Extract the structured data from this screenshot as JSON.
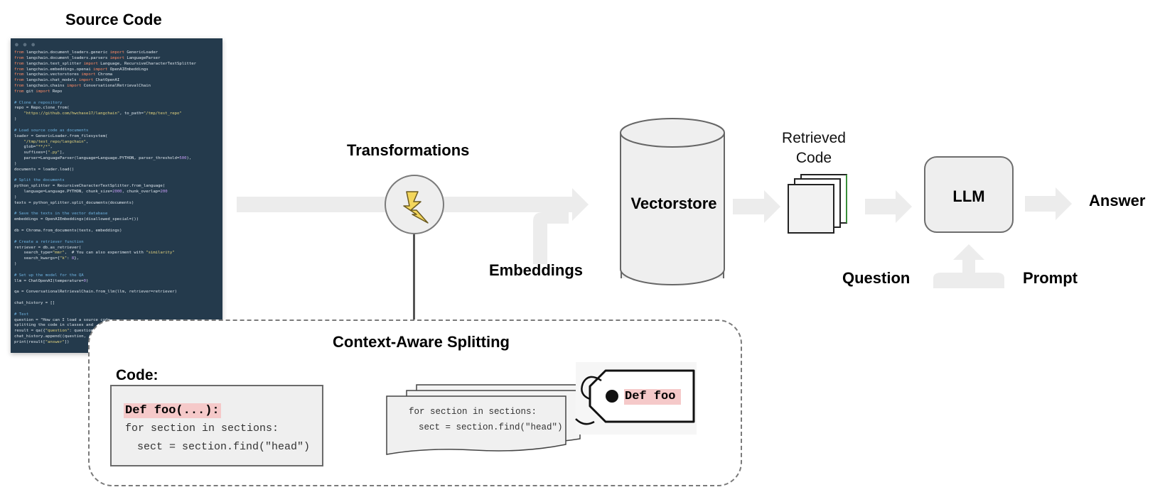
{
  "labels": {
    "source_code": "Source Code",
    "transformations": "Transformations",
    "embeddings": "Embeddings",
    "vectorstore": "Vectorstore",
    "retrieved_code_line1": "Retrieved",
    "retrieved_code_line2": "Code",
    "llm": "LLM",
    "answer": "Answer",
    "question": "Question",
    "prompt": "Prompt",
    "context_aware_splitting": "Context-Aware Splitting",
    "code": "Code:"
  },
  "code_card": {
    "line1": "Def foo(...):",
    "line2": "for section in sections:",
    "line3": "sect = section.find(\"head\")"
  },
  "split_card": {
    "line1": "for section in sections:",
    "line2": "sect = section.find(\"head\")"
  },
  "tag": {
    "text": "Def foo"
  },
  "source_code_listing": {
    "dots": "● ● ●",
    "lines": [
      "from langchain.document_loaders.generic import GenericLoader",
      "from langchain.document_loaders.parsers import LanguageParser",
      "from langchain.text_splitter import Language, RecursiveCharacterTextSplitter",
      "from langchain.embeddings.openai import OpenAIEmbeddings",
      "from langchain.vectorstores import Chroma",
      "from langchain.chat_models import ChatOpenAI",
      "from langchain.chains import ConversationalRetrievalChain",
      "from git import Repo",
      "",
      "# Clone a repository",
      "repo = Repo.clone_from(",
      "    \"https://github.com/hwchase17/langchain\", to_path=\"/tmp/test_repo\"",
      ")",
      "",
      "# Load source code as documents",
      "loader = GenericLoader.from_filesystem(",
      "    \"/tmp/test_repo/langchain\",",
      "    glob=\"**/*\",",
      "    suffixes=[\".py\"],",
      "    parser=LanguageParser(language=Language.PYTHON, parser_threshold=500),",
      ")",
      "documents = loader.load()",
      "",
      "# Split the documents",
      "python_splitter = RecursiveCharacterTextSplitter.from_language(",
      "    language=Language.PYTHON, chunk_size=2000, chunk_overlap=200",
      ")",
      "texts = python_splitter.split_documents(documents)",
      "",
      "# Save the texts in the vector database",
      "embeddings = OpenAIEmbeddings(disallowed_special=())",
      "",
      "db = Chroma.from_documents(texts, embeddings)",
      "",
      "# Create a retriever function",
      "retriever = db.as_retriever(",
      "    search_type=\"mmr\",  # You can also experiment with \"similarity\"",
      "    search_kwargs={\"k\": 8},",
      ")",
      "",
      "# Set up the model for the QA",
      "llm = ChatOpenAI(temperature=0)",
      "",
      "qa = ConversationalRetrievalChain.from_llm(llm, retriever=retriever)",
      "",
      "chat_history = []",
      "",
      "# Test",
      "question = \"How can I load a source code",
      "splitting the code in classes and",
      "result = qa({\"question\": question",
      "chat_history.append((question,",
      "print(result[\"answer\"])"
    ]
  },
  "colors": {
    "code_bg": "#243a4c",
    "arrow": "#ececec",
    "highlight": "#f5c9c9",
    "lightning": "#f3d65c",
    "doc_accent": "#3a8f3a"
  }
}
